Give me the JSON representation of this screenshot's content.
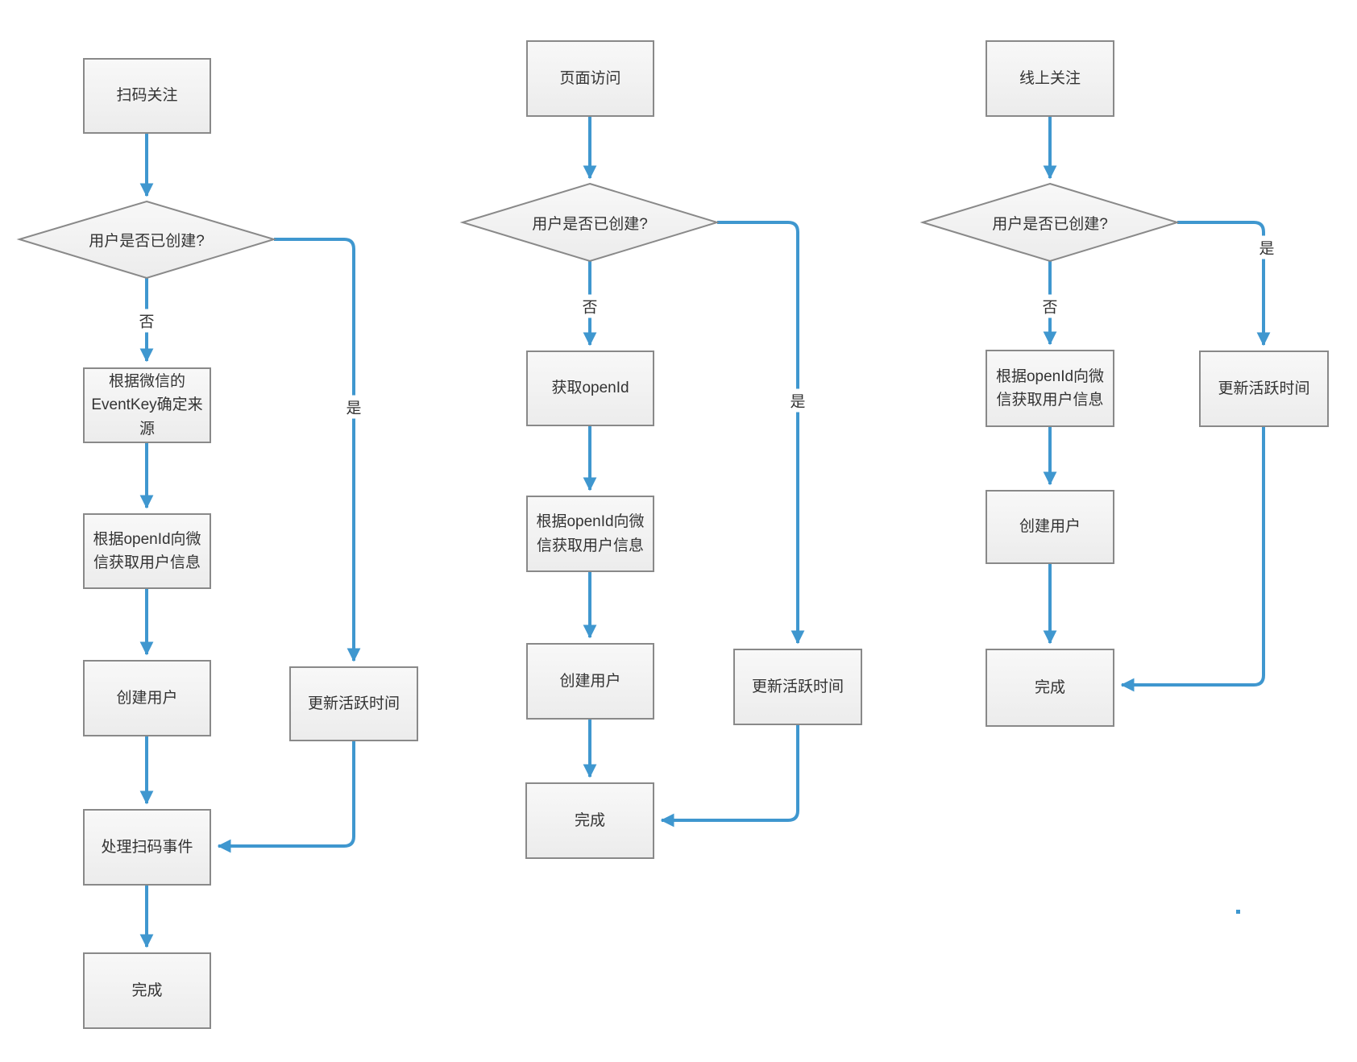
{
  "diagram": {
    "accent_color": "#3f97cf",
    "node_border_color": "#898989",
    "node_fill_top": "#f8f8f8",
    "node_fill_bottom": "#ececec",
    "text_color": "#333333",
    "flows": [
      {
        "id": "scan-code-follow",
        "nodes": {
          "start": "扫码关注",
          "decision": "用户是否已创建?",
          "no_step_1": "根据微信的EventKey确定来源",
          "no_step_2": "根据openId向微信获取用户信息",
          "no_step_3": "创建用户",
          "no_step_4": "处理扫码事件",
          "end": "完成",
          "yes_step_1": "更新活跃时间"
        },
        "edge_labels": {
          "no": "否",
          "yes": "是"
        }
      },
      {
        "id": "page-visit",
        "nodes": {
          "start": "页面访问",
          "decision": "用户是否已创建?",
          "no_step_1": "获取openId",
          "no_step_2": "根据openId向微信获取用户信息",
          "no_step_3": "创建用户",
          "end": "完成",
          "yes_step_1": "更新活跃时间"
        },
        "edge_labels": {
          "no": "否",
          "yes": "是"
        }
      },
      {
        "id": "online-follow",
        "nodes": {
          "start": "线上关注",
          "decision": "用户是否已创建?",
          "no_step_1": "根据openId向微信获取用户信息",
          "no_step_2": "创建用户",
          "end": "完成",
          "yes_step_1": "更新活跃时间"
        },
        "edge_labels": {
          "no": "否",
          "yes": "是"
        }
      }
    ]
  }
}
